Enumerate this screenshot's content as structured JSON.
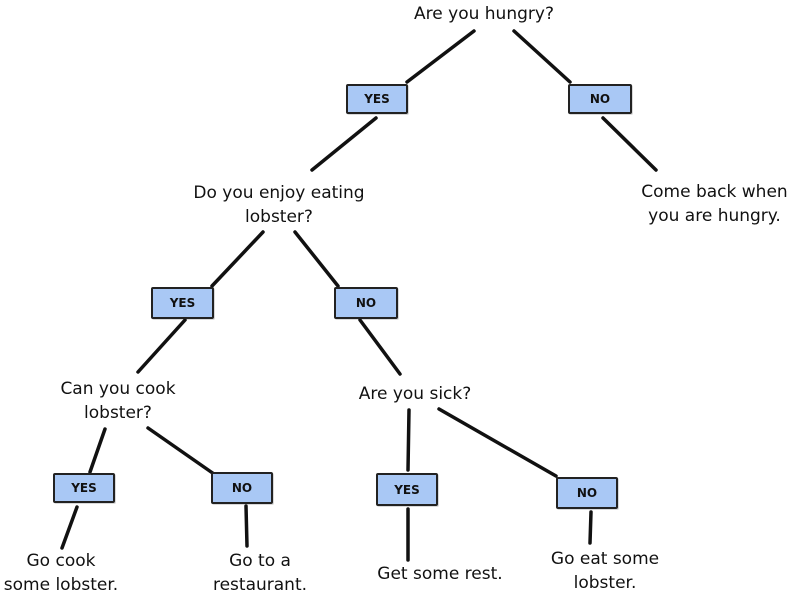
{
  "questions": {
    "q1": "Are you hungry?",
    "q2": "Do you enjoy eating\nlobster?",
    "q3": "Can you cook\nlobster?",
    "q4": "Are you sick?"
  },
  "outcomes": {
    "come_back": "Come back when\nyou are hungry.",
    "go_cook": "Go cook\nsome lobster.",
    "restaurant": "Go to a\nrestaurant.",
    "rest": "Get some rest.",
    "eat_lobster": "Go eat some\nlobster."
  },
  "answers": {
    "yes": "YES",
    "no": "NO"
  },
  "colors": {
    "badge_fill": "#a9c8f5",
    "line": "#111111"
  }
}
